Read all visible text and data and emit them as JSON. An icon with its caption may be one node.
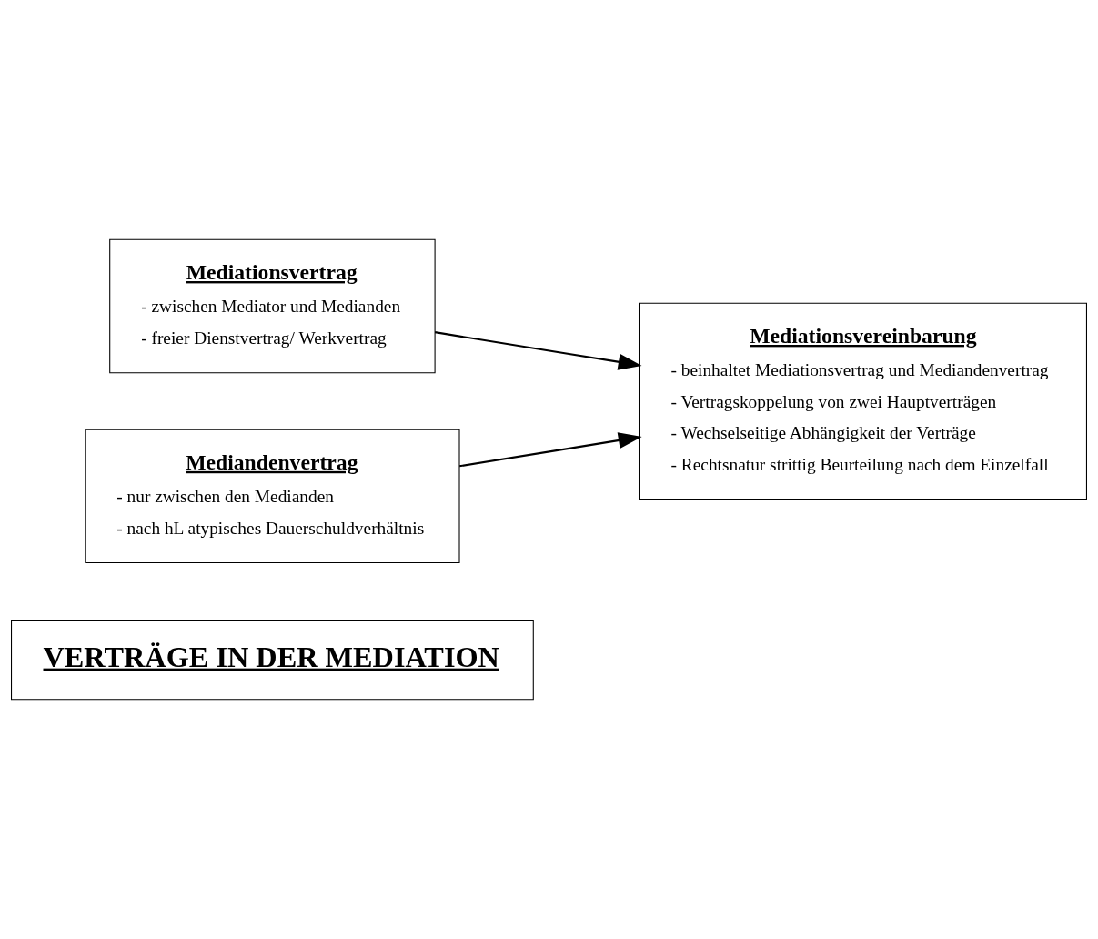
{
  "diagram": {
    "nodes": [
      {
        "text": [
          "VERTRÄGE IN DER MEDIATION"
        ]
      },
      {
        "text": [
          "Mediationsvertrag",
          "- zwischen Mediator und Medianden",
          "- freier Dienstvertrag/ Werkvertrag"
        ]
      },
      {
        "text": [
          "Mediandenvertrag",
          "- nur zwischen den Medianden",
          "- nach hL atypisches Dauerschuldverhältnis"
        ]
      },
      {
        "text": [
          "Mediationsvereinbarung",
          "- beinhaltet Mediationsvertrag und Mediandenvertrag",
          "- Vertragskoppelung von zwei Hauptverträgen",
          "- Wechselseitige Abhängigkeit der Verträge",
          "- Rechtsnatur strittig Beurteilung nach dem Einzelfall"
        ]
      }
    ],
    "edges": [
      {
        "from": 1,
        "to": 3,
        "arrow": "to"
      },
      {
        "from": 2,
        "to": 3,
        "arrow": "to"
      }
    ]
  }
}
